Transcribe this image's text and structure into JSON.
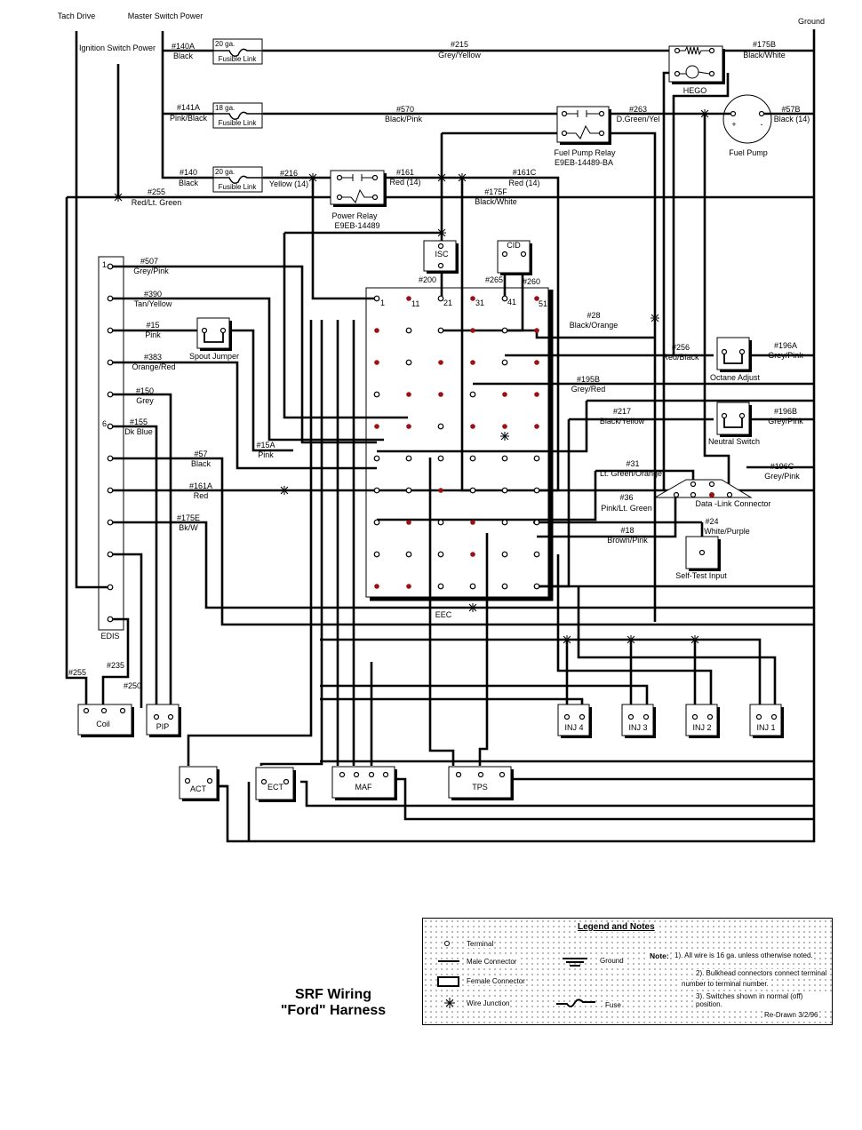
{
  "diagram": {
    "title_line1": "SRF Wiring",
    "title_line2": "\"Ford\" Harness",
    "colors": {
      "wire": "#000000",
      "unused_pin": "#9b1010",
      "background": "#ffffff"
    }
  },
  "power_sources": {
    "tach_drive": "Tach Drive",
    "master_switch": "Master Switch Power",
    "ignition_switch": "Ignition Switch Power",
    "ground": "Ground"
  },
  "fusible_links": [
    {
      "gauge": "20 ga.",
      "label": "Fusible Link",
      "wire": "#140A",
      "color": "Black"
    },
    {
      "gauge": "18 ga.",
      "label": "Fusible Link",
      "wire": "#141A",
      "color": "Pink/Black"
    },
    {
      "gauge": "20 ga.",
      "label": "Fusible Link",
      "wire": "#140",
      "color": "Black"
    }
  ],
  "components": {
    "hego": "HEGO",
    "fuel_pump": "Fuel Pump",
    "fuel_pump_plus": "+",
    "fuel_pump_minus": "-",
    "fuel_pump_relay": "Fuel Pump Relay",
    "fuel_pump_relay_pn": "E9EB-14489-BA",
    "power_relay": "Power Relay",
    "power_relay_pn": "E9EB-14489",
    "isc": "ISC",
    "cid": "CID",
    "eec": "EEC",
    "edis": "EDIS",
    "spout_jumper": "Spout Jumper",
    "octane_adjust": "Octane Adjust",
    "neutral_switch": "Neutral Switch",
    "data_link": "Data -Link Connector",
    "self_test": "Self-Test Input",
    "coil": "Coil",
    "pip": "PIP",
    "act": "ACT",
    "ect": "ECT",
    "maf": "MAF",
    "tps": "TPS",
    "inj4": "INJ 4",
    "inj3": "INJ 3",
    "inj2": "INJ 2",
    "inj1": "INJ 1"
  },
  "eec_pins": {
    "p1": "1",
    "p11": "11",
    "p21": "21",
    "p31": "31",
    "p41": "41",
    "p51": "51"
  },
  "edis_pins": {
    "p1": "1",
    "p6": "6"
  },
  "wires": {
    "w215": {
      "num": "#215",
      "color": "Grey/Yellow"
    },
    "w175B": {
      "num": "#175B",
      "color": "Black/White"
    },
    "w570": {
      "num": "#570",
      "color": "Black/Pink"
    },
    "w263": {
      "num": "#263",
      "color": "D.Green/Yel"
    },
    "w57B": {
      "num": "#57B",
      "color": "Black (14)"
    },
    "w216": {
      "num": "#216",
      "color": "Yellow (14)"
    },
    "w161": {
      "num": "#161",
      "color": "Red (14)"
    },
    "w161C": {
      "num": "#161C",
      "color": "Red (14)"
    },
    "w175F": {
      "num": "#175F",
      "color": "Black/White"
    },
    "w255": {
      "num": "#255",
      "color": "Red/Lt. Green"
    },
    "w200": {
      "num": "#200"
    },
    "w265": {
      "num": "#265"
    },
    "w260": {
      "num": "#260"
    },
    "w507": {
      "num": "#507",
      "color": "Grey/Pink"
    },
    "w390": {
      "num": "#390",
      "color": "Tan/Yellow"
    },
    "w15": {
      "num": "#15",
      "color": "Pink"
    },
    "w383": {
      "num": "#383",
      "color": "Orange/Red"
    },
    "w150": {
      "num": "#150",
      "color": "Grey"
    },
    "w155": {
      "num": "#155",
      "color": "Dk Blue"
    },
    "w15A": {
      "num": "#15A",
      "color": "Pink"
    },
    "w57": {
      "num": "#57",
      "color": "Black"
    },
    "w161A": {
      "num": "#161A",
      "color": "Red"
    },
    "w175E": {
      "num": "#175E",
      "color": "Bk/W"
    },
    "w28": {
      "num": "#28",
      "color": "Black/Orange"
    },
    "w256": {
      "num": "#256",
      "color": "Red/Black"
    },
    "w196A": {
      "num": "#196A",
      "color": "Grey/Pink"
    },
    "w195B": {
      "num": "#195B",
      "color": "Grey/Red"
    },
    "w217": {
      "num": "#217",
      "color": "Black/Yellow"
    },
    "w196B": {
      "num": "#196B",
      "color": "Grey/Pink"
    },
    "w31": {
      "num": "#31",
      "color": "Lt. Green/Orange"
    },
    "w196C": {
      "num": "#196C",
      "color": "Grey/Pink"
    },
    "w36": {
      "num": "#36",
      "color": "Pink/Lt. Green"
    },
    "w24": {
      "num": "#24",
      "color": "White/Purple"
    },
    "w18": {
      "num": "#18",
      "color": "Brown/Pink"
    },
    "w255b": {
      "num": "#255"
    },
    "w235": {
      "num": "#235"
    },
    "w250": {
      "num": "#250"
    }
  },
  "legend": {
    "heading": "Legend and Notes",
    "items": [
      "Terminal",
      "Male Connector",
      "Female Connector",
      "Wire Junction",
      "Ground",
      "Fuse"
    ],
    "note_label": "Note:",
    "notes": [
      "1). All wire is 16 ga. unless otherwise noted.",
      "2). Bulkhead connectors connect terminal",
      "number to terminal number.",
      "3). Switches shown in normal (off) position."
    ],
    "redrawn": "Re-Drawn 3/2/96"
  }
}
